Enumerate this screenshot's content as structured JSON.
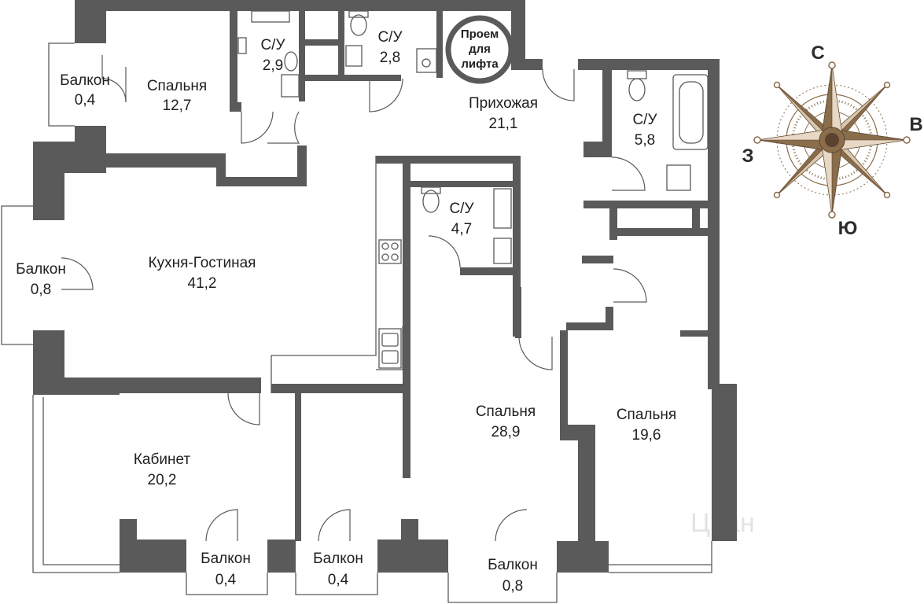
{
  "rooms": [
    {
      "id": "bedroom_nw",
      "name": "Спальня",
      "area": "12,7"
    },
    {
      "id": "balcony_nw",
      "name": "Балкон",
      "area": "0,4"
    },
    {
      "id": "wc_1",
      "name": "С/У",
      "area": "2,9"
    },
    {
      "id": "wc_2",
      "name": "С/У",
      "area": "2,8"
    },
    {
      "id": "lift_opening",
      "name": "Проем",
      "line2": "для",
      "line3": "лифта"
    },
    {
      "id": "hall",
      "name": "Прихожая",
      "area": "21,1"
    },
    {
      "id": "wc_3",
      "name": "С/У",
      "area": "5,8"
    },
    {
      "id": "wc_4",
      "name": "С/У",
      "area": "4,7"
    },
    {
      "id": "balcony_w",
      "name": "Балкон",
      "area": "0,8"
    },
    {
      "id": "kitchen_living",
      "name": "Кухня-Гостиная",
      "area": "41,2"
    },
    {
      "id": "bedroom_c",
      "name": "Спальня",
      "area": "28,9"
    },
    {
      "id": "bedroom_e",
      "name": "Спальня",
      "area": "19,6"
    },
    {
      "id": "study",
      "name": "Кабинет",
      "area": "20,2"
    },
    {
      "id": "balcony_s1",
      "name": "Балкон",
      "area": "0,4"
    },
    {
      "id": "balcony_s2",
      "name": "Балкон",
      "area": "0,4"
    },
    {
      "id": "balcony_s3",
      "name": "Балкон",
      "area": "0,8"
    }
  ],
  "compass": {
    "n": "С",
    "e": "В",
    "s": "Ю",
    "w": "З",
    "color": "#8a6d4b"
  },
  "watermark": "Циан",
  "colors": {
    "wall": "#5a5a5a",
    "background": "#ffffff"
  }
}
